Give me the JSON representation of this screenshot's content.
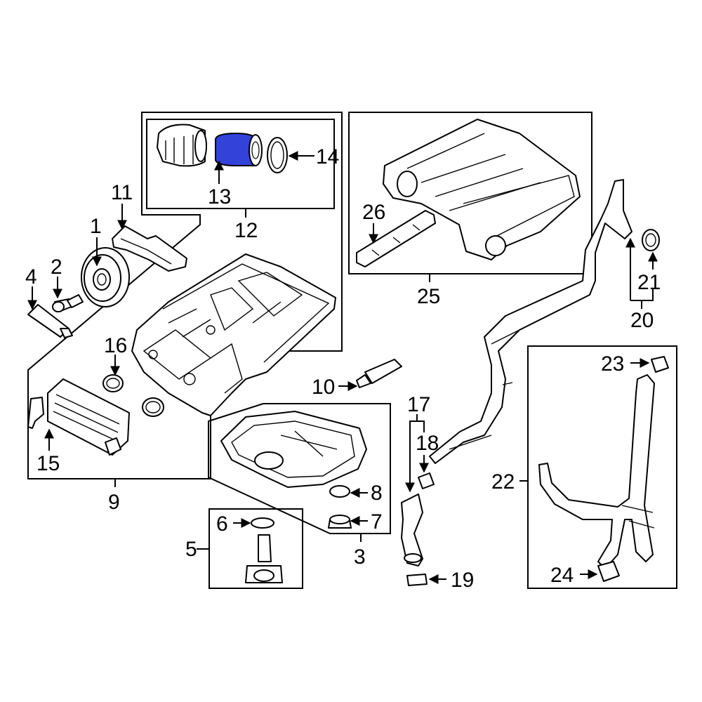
{
  "highlight_color": "#3342d8",
  "callouts": {
    "c1": "1",
    "c2": "2",
    "c3": "3",
    "c4": "4",
    "c5": "5",
    "c6": "6",
    "c7": "7",
    "c8": "8",
    "c9": "9",
    "c10": "10",
    "c11": "11",
    "c12": "12",
    "c13": "13",
    "c14": "14",
    "c15": "15",
    "c16": "16",
    "c17": "17",
    "c18": "18",
    "c19": "19",
    "c20": "20",
    "c21": "21",
    "c22": "22",
    "c23": "23",
    "c24": "24",
    "c25": "25",
    "c26": "26"
  },
  "parts": {
    "highlighted": "13"
  }
}
